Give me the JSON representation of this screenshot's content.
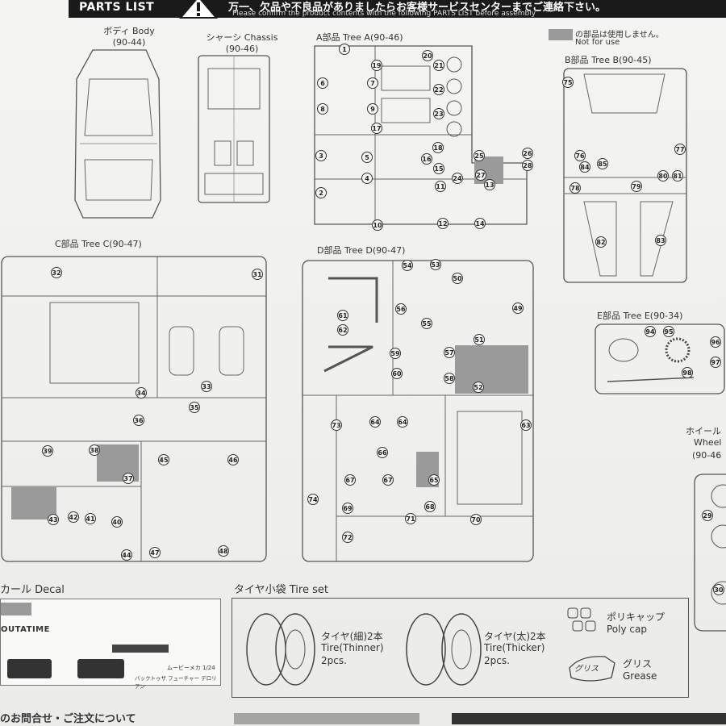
{
  "header": {
    "title": "PARTS LIST",
    "warning_jp": "万一、欠品や不良品がありましたらお客様サービスセンターまでご連絡下さい。",
    "warning_en": "Please confirm the product contents with the following PARTS LIST before assembly"
  },
  "legend": {
    "jp": "の部品は使用しません。",
    "en": "Not for use"
  },
  "body": {
    "label": "ボディ Body",
    "code": "(90-44)"
  },
  "chassis": {
    "label": "シャーシ Chassis",
    "code": "(90-46)"
  },
  "tree_a": {
    "label": "A部品 Tree A(90-46)",
    "numbers": [
      "1",
      "6",
      "7",
      "8",
      "9",
      "20",
      "21",
      "22",
      "23",
      "17",
      "18",
      "15",
      "16",
      "5",
      "3",
      "4",
      "2",
      "24",
      "25",
      "26",
      "27",
      "28",
      "13",
      "11",
      "12",
      "14",
      "10",
      "19"
    ]
  },
  "tree_b": {
    "label": "B部品 Tree B(90-45)",
    "numbers": [
      "75",
      "76",
      "77",
      "78",
      "79",
      "80",
      "81",
      "82",
      "83",
      "84",
      "85"
    ]
  },
  "tree_c": {
    "label": "C部品 Tree C(90-47)",
    "numbers": [
      "32",
      "31",
      "34",
      "33",
      "35",
      "36",
      "39",
      "38",
      "37",
      "45",
      "46",
      "43",
      "42",
      "41",
      "40",
      "47",
      "48",
      "44"
    ]
  },
  "tree_d": {
    "label": "D部品 Tree D(90-47)",
    "numbers": [
      "54",
      "53",
      "50",
      "49",
      "61",
      "62",
      "56",
      "55",
      "51",
      "59",
      "57",
      "60",
      "58",
      "52",
      "73",
      "64",
      "63",
      "66",
      "67",
      "65",
      "74",
      "69",
      "68",
      "71",
      "70",
      "72"
    ]
  },
  "tree_e": {
    "label": "E部品 Tree E(90-34)",
    "numbers": [
      "94",
      "95",
      "96",
      "97",
      "98"
    ]
  },
  "wheel": {
    "label_jp": "ホイール",
    "label_en": "Wheel",
    "code": "(90-46",
    "numbers": [
      "29",
      "30"
    ]
  },
  "decal": {
    "label": "カール Decal",
    "plate": "OUTATIME",
    "caption": "ムービーメカ 1/24",
    "caption2": "バックトゥザ フューチャー デロリアン"
  },
  "tire_set": {
    "label": "タイヤ小袋 Tire set",
    "thin_jp": "タイヤ(細)2本",
    "thin_en": "Tire(Thinner)",
    "thin_qty": "2pcs.",
    "thick_jp": "タイヤ(太)2本",
    "thick_en": "Tire(Thicker)",
    "thick_qty": "2pcs.",
    "polycap_jp": "ポリキャップ",
    "polycap_en": "Poly cap",
    "grease_jp": "グリス",
    "grease_en": "Grease",
    "grease_pkg": "グリス"
  },
  "footer": {
    "text": "のお問合せ・ご注文について"
  },
  "colors": {
    "not_for_use": "#9a9a9a",
    "header": "#1a1a1a"
  }
}
